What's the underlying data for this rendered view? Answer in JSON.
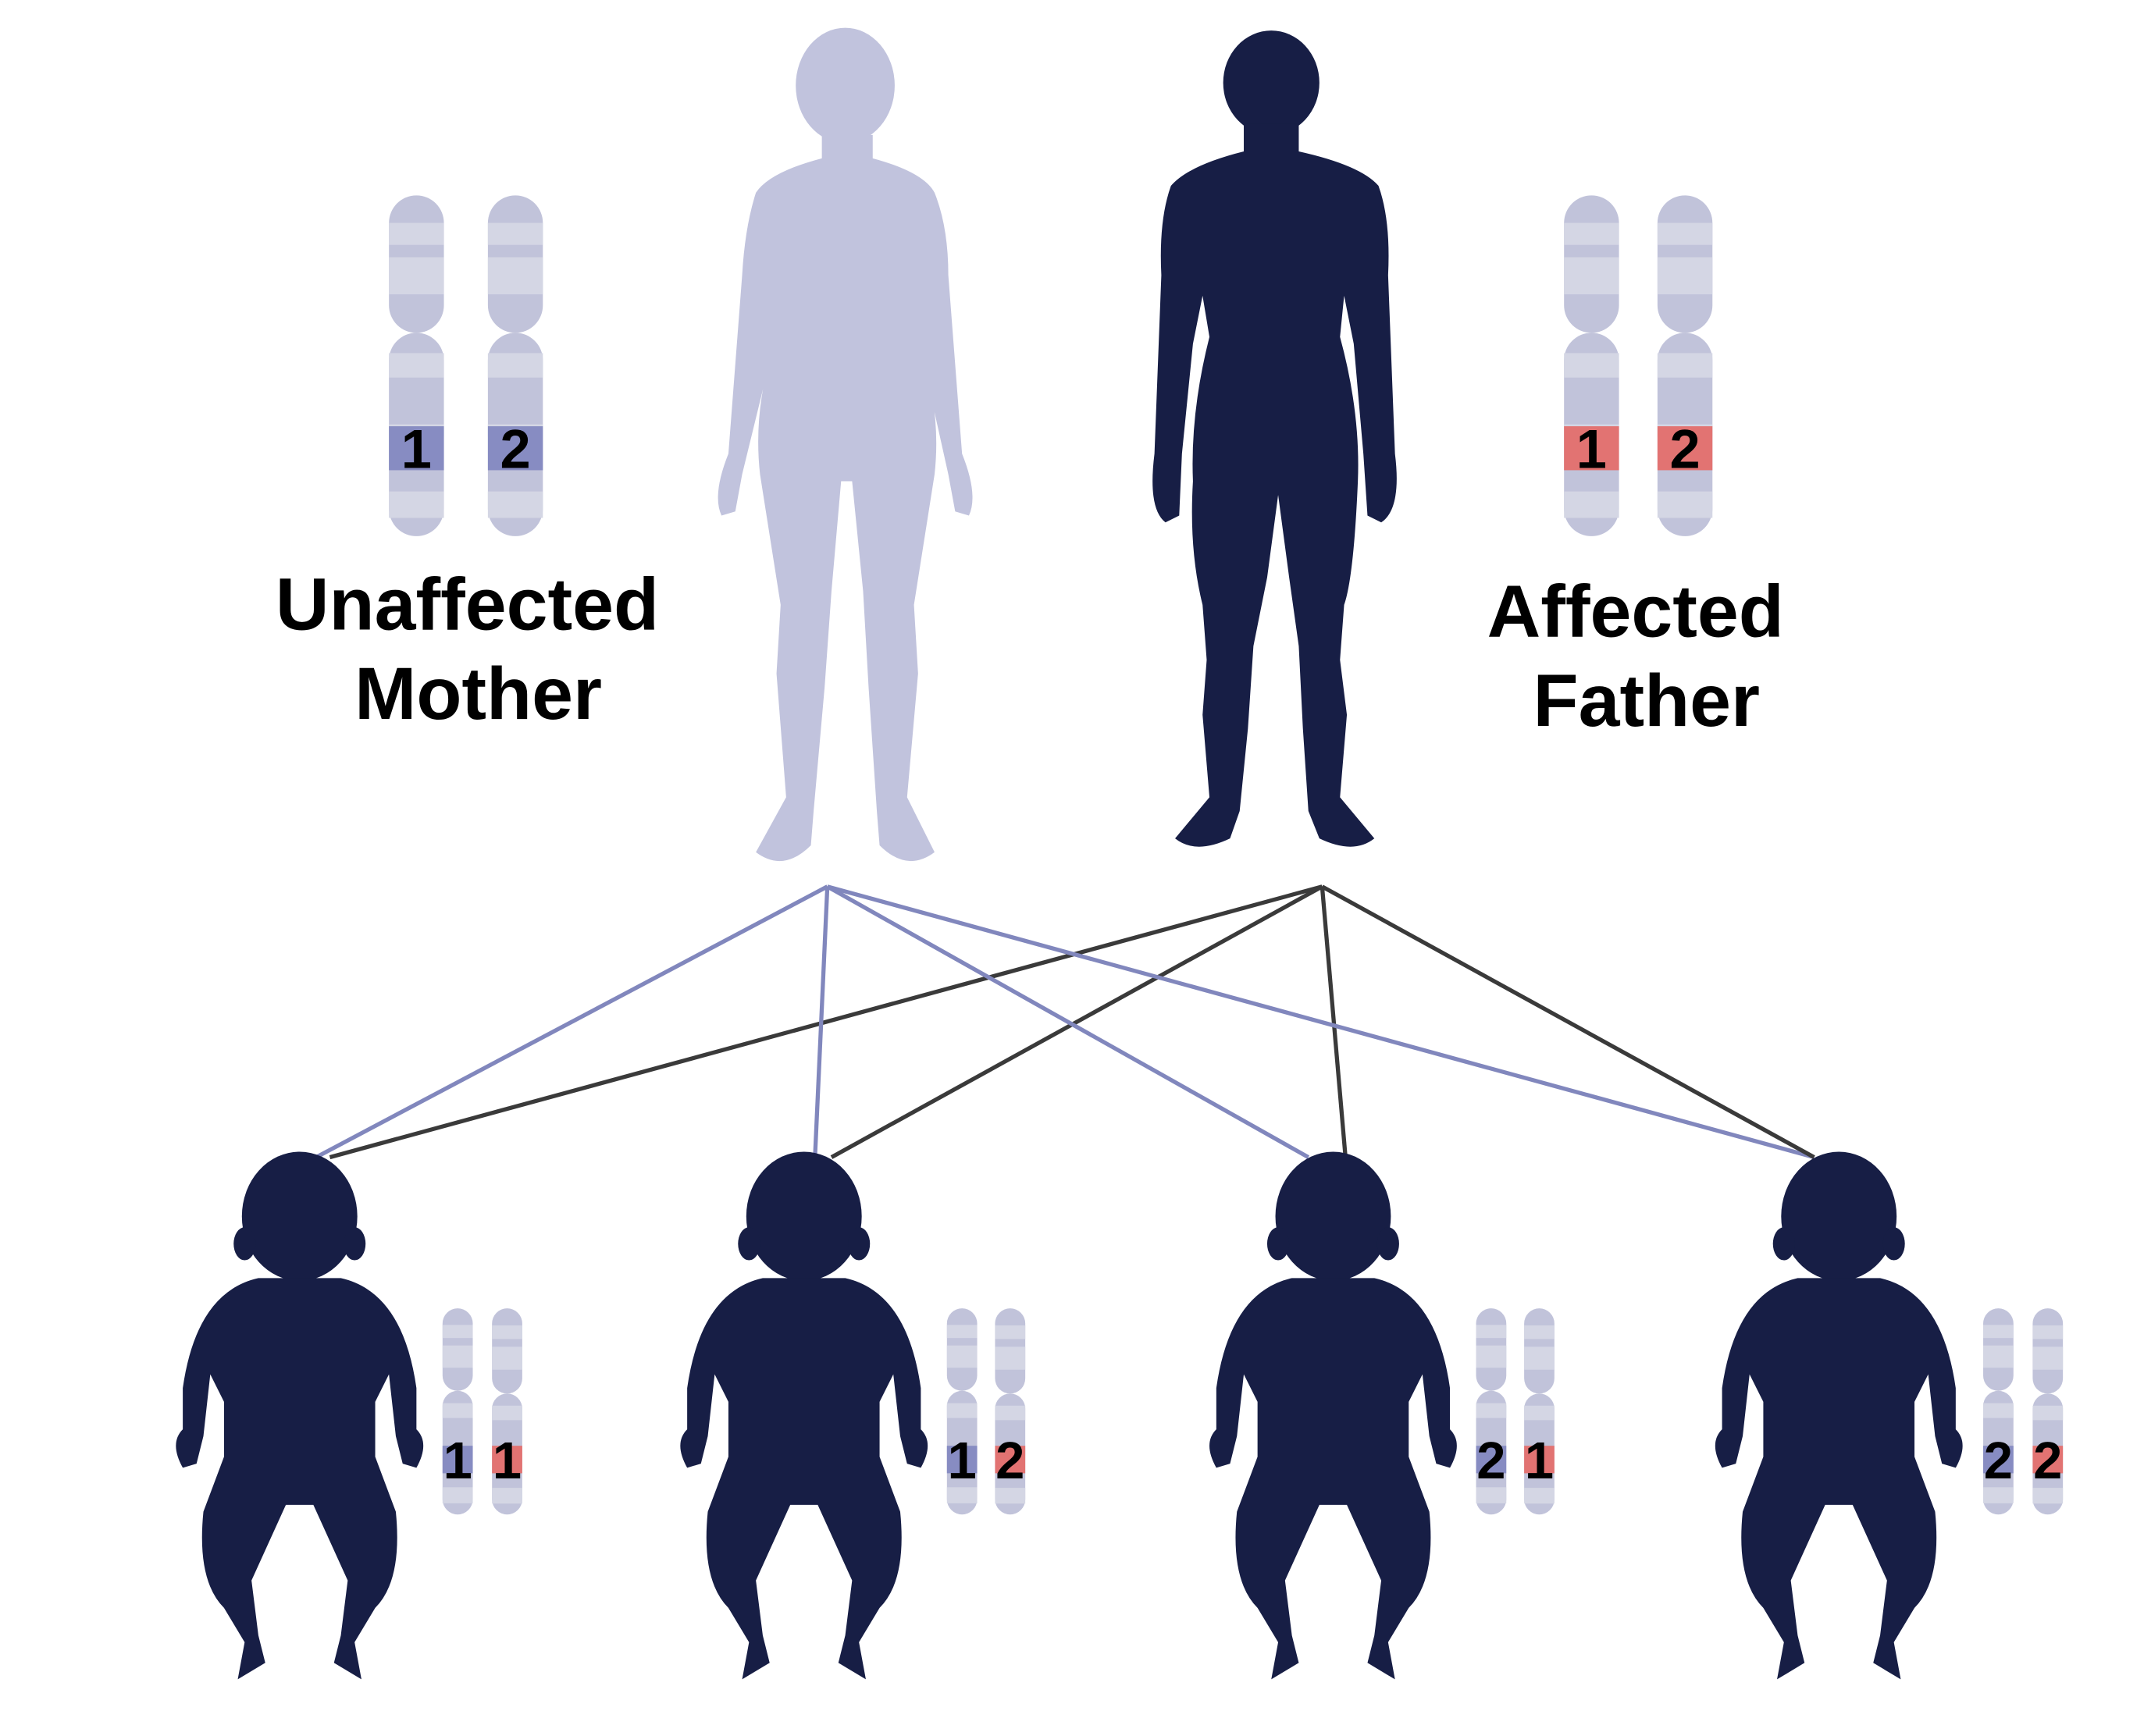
{
  "colors": {
    "mother": "#c1c3dd",
    "father": "#171e45",
    "child": "#171e45",
    "chromosome": "#c1c3da",
    "chromosome_light": "#d4d6e4",
    "maternal_allele": "#878cc2",
    "paternal_allele": "#e27372",
    "mother_lines": "#8187bd",
    "father_lines": "#3a3a3a"
  },
  "parents": {
    "mother": {
      "label_line1": "Unaffected",
      "label_line2": "Mother",
      "alleles": [
        "1",
        "2"
      ],
      "allele_type": "maternal"
    },
    "father": {
      "label_line1": "Affected",
      "label_line2": "Father",
      "alleles": [
        "1",
        "2"
      ],
      "allele_type": "paternal"
    }
  },
  "children": [
    {
      "maternal": "1",
      "paternal": "1"
    },
    {
      "maternal": "1",
      "paternal": "2"
    },
    {
      "maternal": "2",
      "paternal": "1"
    },
    {
      "maternal": "2",
      "paternal": "2"
    }
  ]
}
